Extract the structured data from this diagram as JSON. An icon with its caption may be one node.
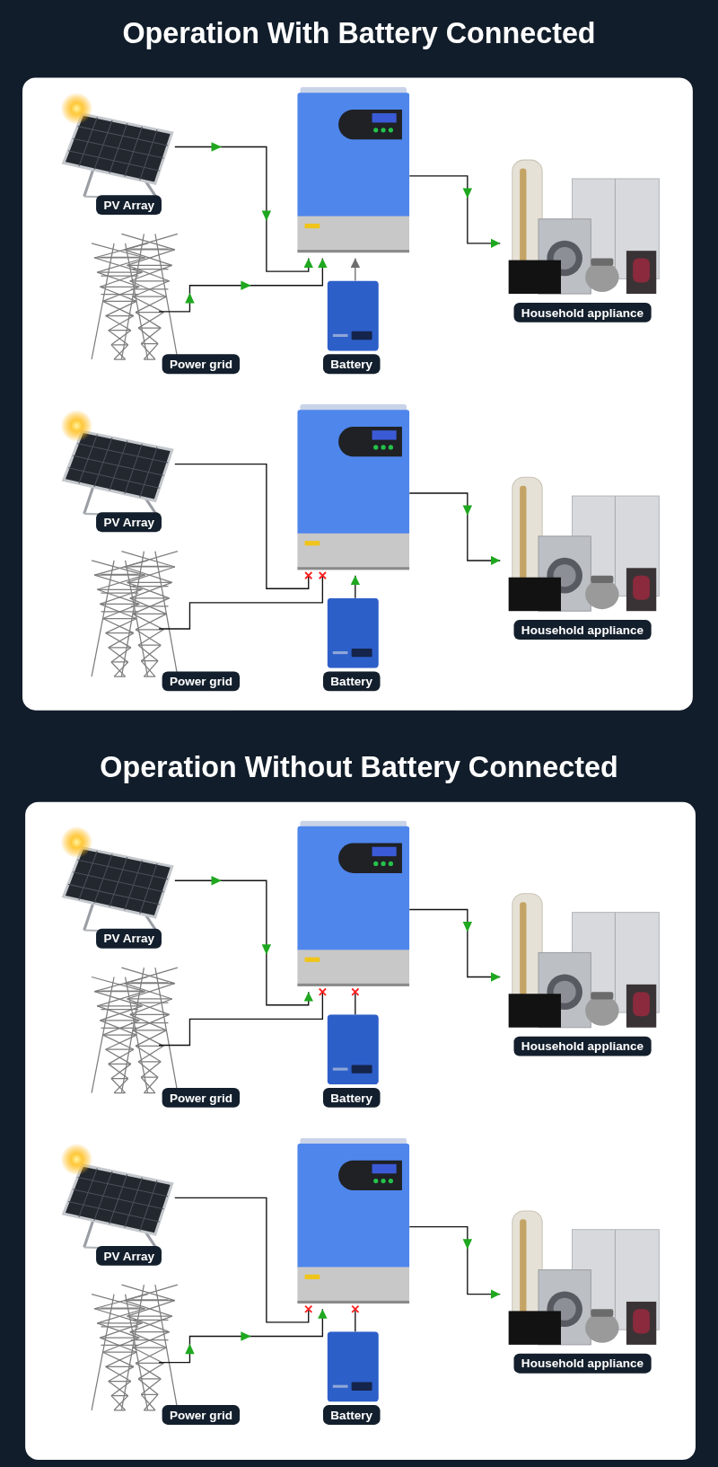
{
  "diagram": {
    "nodes": [
      {
        "text": [
          "PV Array"
        ]
      },
      {
        "text": [],
        "shape": "picture"
      },
      {
        "text": [
          "Household appliance"
        ]
      },
      {
        "text": [
          "Power grid"
        ]
      },
      {
        "text": [
          "Battery"
        ]
      },
      {
        "text": [
          "PV Array"
        ]
      },
      {
        "text": [],
        "shape": "picture"
      },
      {
        "text": [
          "Household appliance"
        ]
      },
      {
        "text": [
          "Power grid"
        ]
      },
      {
        "text": [
          "Battery"
        ]
      },
      {
        "text": [
          "PV Array"
        ]
      },
      {
        "text": [],
        "shape": "picture"
      },
      {
        "text": [
          "Household appliance"
        ]
      },
      {
        "text": [
          "Power grid"
        ]
      },
      {
        "text": [
          "Battery"
        ]
      },
      {
        "text": [
          "PV Array"
        ]
      },
      {
        "text": [],
        "shape": "picture"
      },
      {
        "text": [
          "Household appliance"
        ]
      },
      {
        "text": [
          "Power grid"
        ]
      },
      {
        "text": [
          "Battery"
        ]
      }
    ],
    "edges": [
      {
        "from": 0,
        "to": 1,
        "arrow": "to"
      },
      {
        "from": 3,
        "to": 1,
        "arrow": "to"
      },
      {
        "from": 4,
        "to": 1,
        "arrow": "to",
        "color": "#6e6e6e"
      },
      {
        "from": 1,
        "to": 2,
        "arrow": "to"
      },
      {
        "from": 5,
        "to": 6,
        "arrow": "other"
      },
      {
        "from": 8,
        "to": 6,
        "arrow": "other"
      },
      {
        "from": 9,
        "to": 6,
        "arrow": "to"
      },
      {
        "from": 6,
        "to": 7,
        "arrow": "to"
      },
      {
        "from": 10,
        "to": 11,
        "arrow": "to"
      },
      {
        "from": 13,
        "to": 11,
        "arrow": "other"
      },
      {
        "from": 14,
        "to": 11,
        "arrow": "other"
      },
      {
        "from": 11,
        "to": 12,
        "arrow": "to"
      },
      {
        "from": 15,
        "to": 16,
        "arrow": "other"
      },
      {
        "from": 18,
        "to": 16,
        "arrow": "to"
      },
      {
        "from": 19,
        "to": 16,
        "arrow": "other"
      },
      {
        "from": 16,
        "to": 17,
        "arrow": "to"
      }
    ],
    "labels": [
      "Operation With Battery Connected",
      "Operation Without Battery Connected"
    ]
  }
}
